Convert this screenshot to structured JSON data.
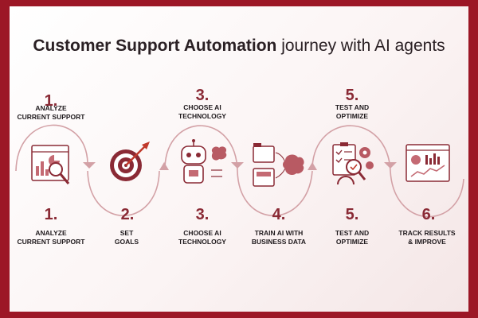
{
  "title": {
    "bold": "Customer Support Automation",
    "rest": " journey with AI agents"
  },
  "top_steps": [
    {
      "number": "1.",
      "label": "ANALYZE\nCURRENT SUPPORT"
    },
    {
      "number": "3.",
      "label": "CHOOSE AI\nTECHNOLOGY"
    },
    {
      "number": "5.",
      "label": "TEST AND\nOPTIMIZE"
    }
  ],
  "bottom_steps": [
    {
      "number": "1.",
      "label": "ANALYZE\nCURRENT SUPPORT"
    },
    {
      "number": "2.",
      "label": "SET\nGOALS"
    },
    {
      "number": "3.",
      "label": "CHOOSE AI\nTECHNOLOGY"
    },
    {
      "number": "4.",
      "label": "TRAIN AI WITH\nBUSINESS DATA"
    },
    {
      "number": "5.",
      "label": "TEST AND\nOPTIMIZE"
    },
    {
      "number": "6.",
      "label": "TRACK RESULTS\n& IMPROVE"
    }
  ],
  "colors": {
    "frame": "#9c1726",
    "accent": "#8a2a35",
    "light": "#d9a0a6",
    "icon": "#b85a63"
  },
  "icons": [
    "analytics-magnifier-icon",
    "target-arrow-icon",
    "ai-robot-icon",
    "files-brain-icon",
    "checklist-gear-icon",
    "dashboard-chart-icon"
  ]
}
